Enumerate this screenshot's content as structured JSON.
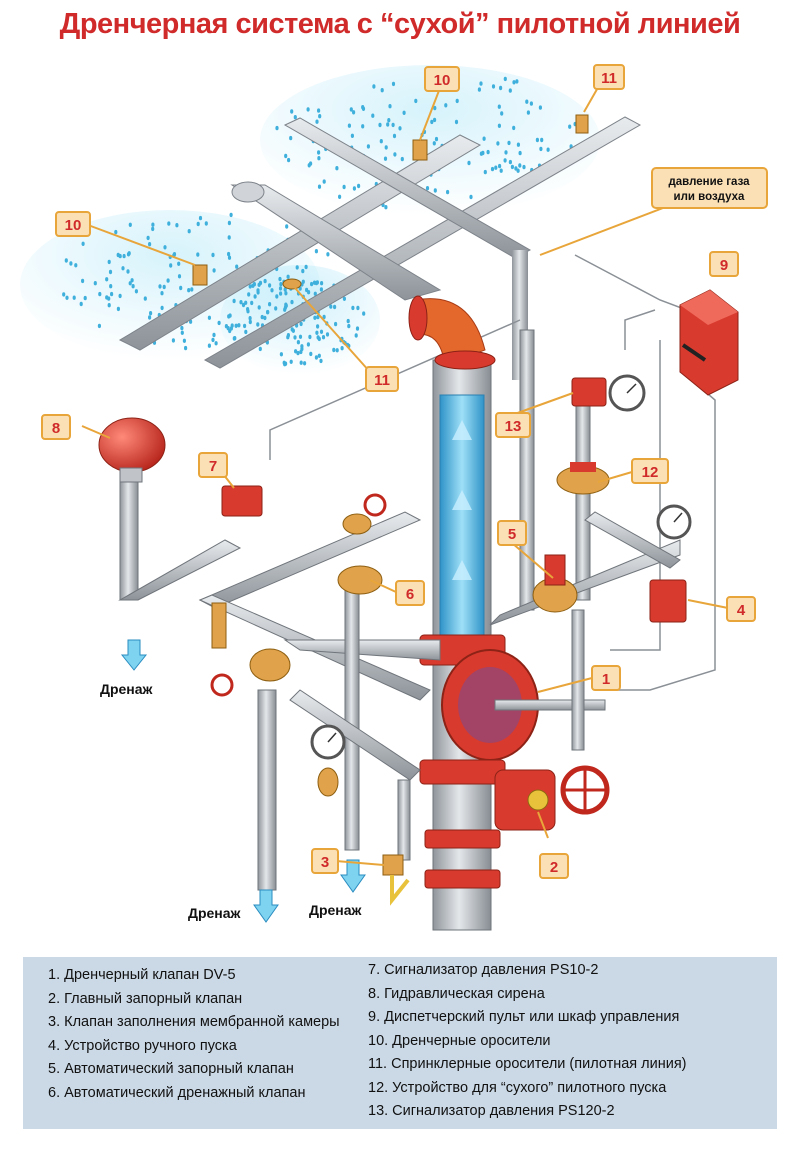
{
  "title": "Дренчерная система с “сухой” пилотной линией",
  "gas_label_line1": "давление газа",
  "gas_label_line2": "или воздуха",
  "drain_label": "Дренаж",
  "callouts": {
    "c1": "1",
    "c2": "2",
    "c3": "3",
    "c4": "4",
    "c5": "5",
    "c6": "6",
    "c7": "7",
    "c8": "8",
    "c9": "9",
    "c10a": "10",
    "c10b": "10",
    "c11a": "11",
    "c11b": "11",
    "c12": "12",
    "c13": "13"
  },
  "legend": {
    "left": [
      "1. Дренчерный клапан DV-5",
      "2. Главный запорный клапан",
      "3. Клапан заполнения мембранной камеры",
      "4. Устройство ручного пуска",
      "5. Автоматический запорный клапан",
      "6. Автоматический дренажный клапан"
    ],
    "right": [
      "7. Сигнализатор давления PS10-2",
      "8. Гидравлическая сирена",
      "9. Диспетчерский пульт или шкаф управления",
      "10. Дренчерные оросители",
      "11. Спринклерные оросители (пилотная линия)",
      "12. Устройство для “сухого” пилотного пуска",
      "13. Сигнализатор давления PS120-2"
    ]
  },
  "colors": {
    "title": "#d02a2a",
    "pipe": "#b7bcc2",
    "valve_red": "#d93a2e",
    "brass": "#e0a24a",
    "water": "#4fb6e0",
    "callout_fill": "#fbe0b6",
    "callout_border": "#e8a53a",
    "legend_bg": "#cbd9e6"
  }
}
